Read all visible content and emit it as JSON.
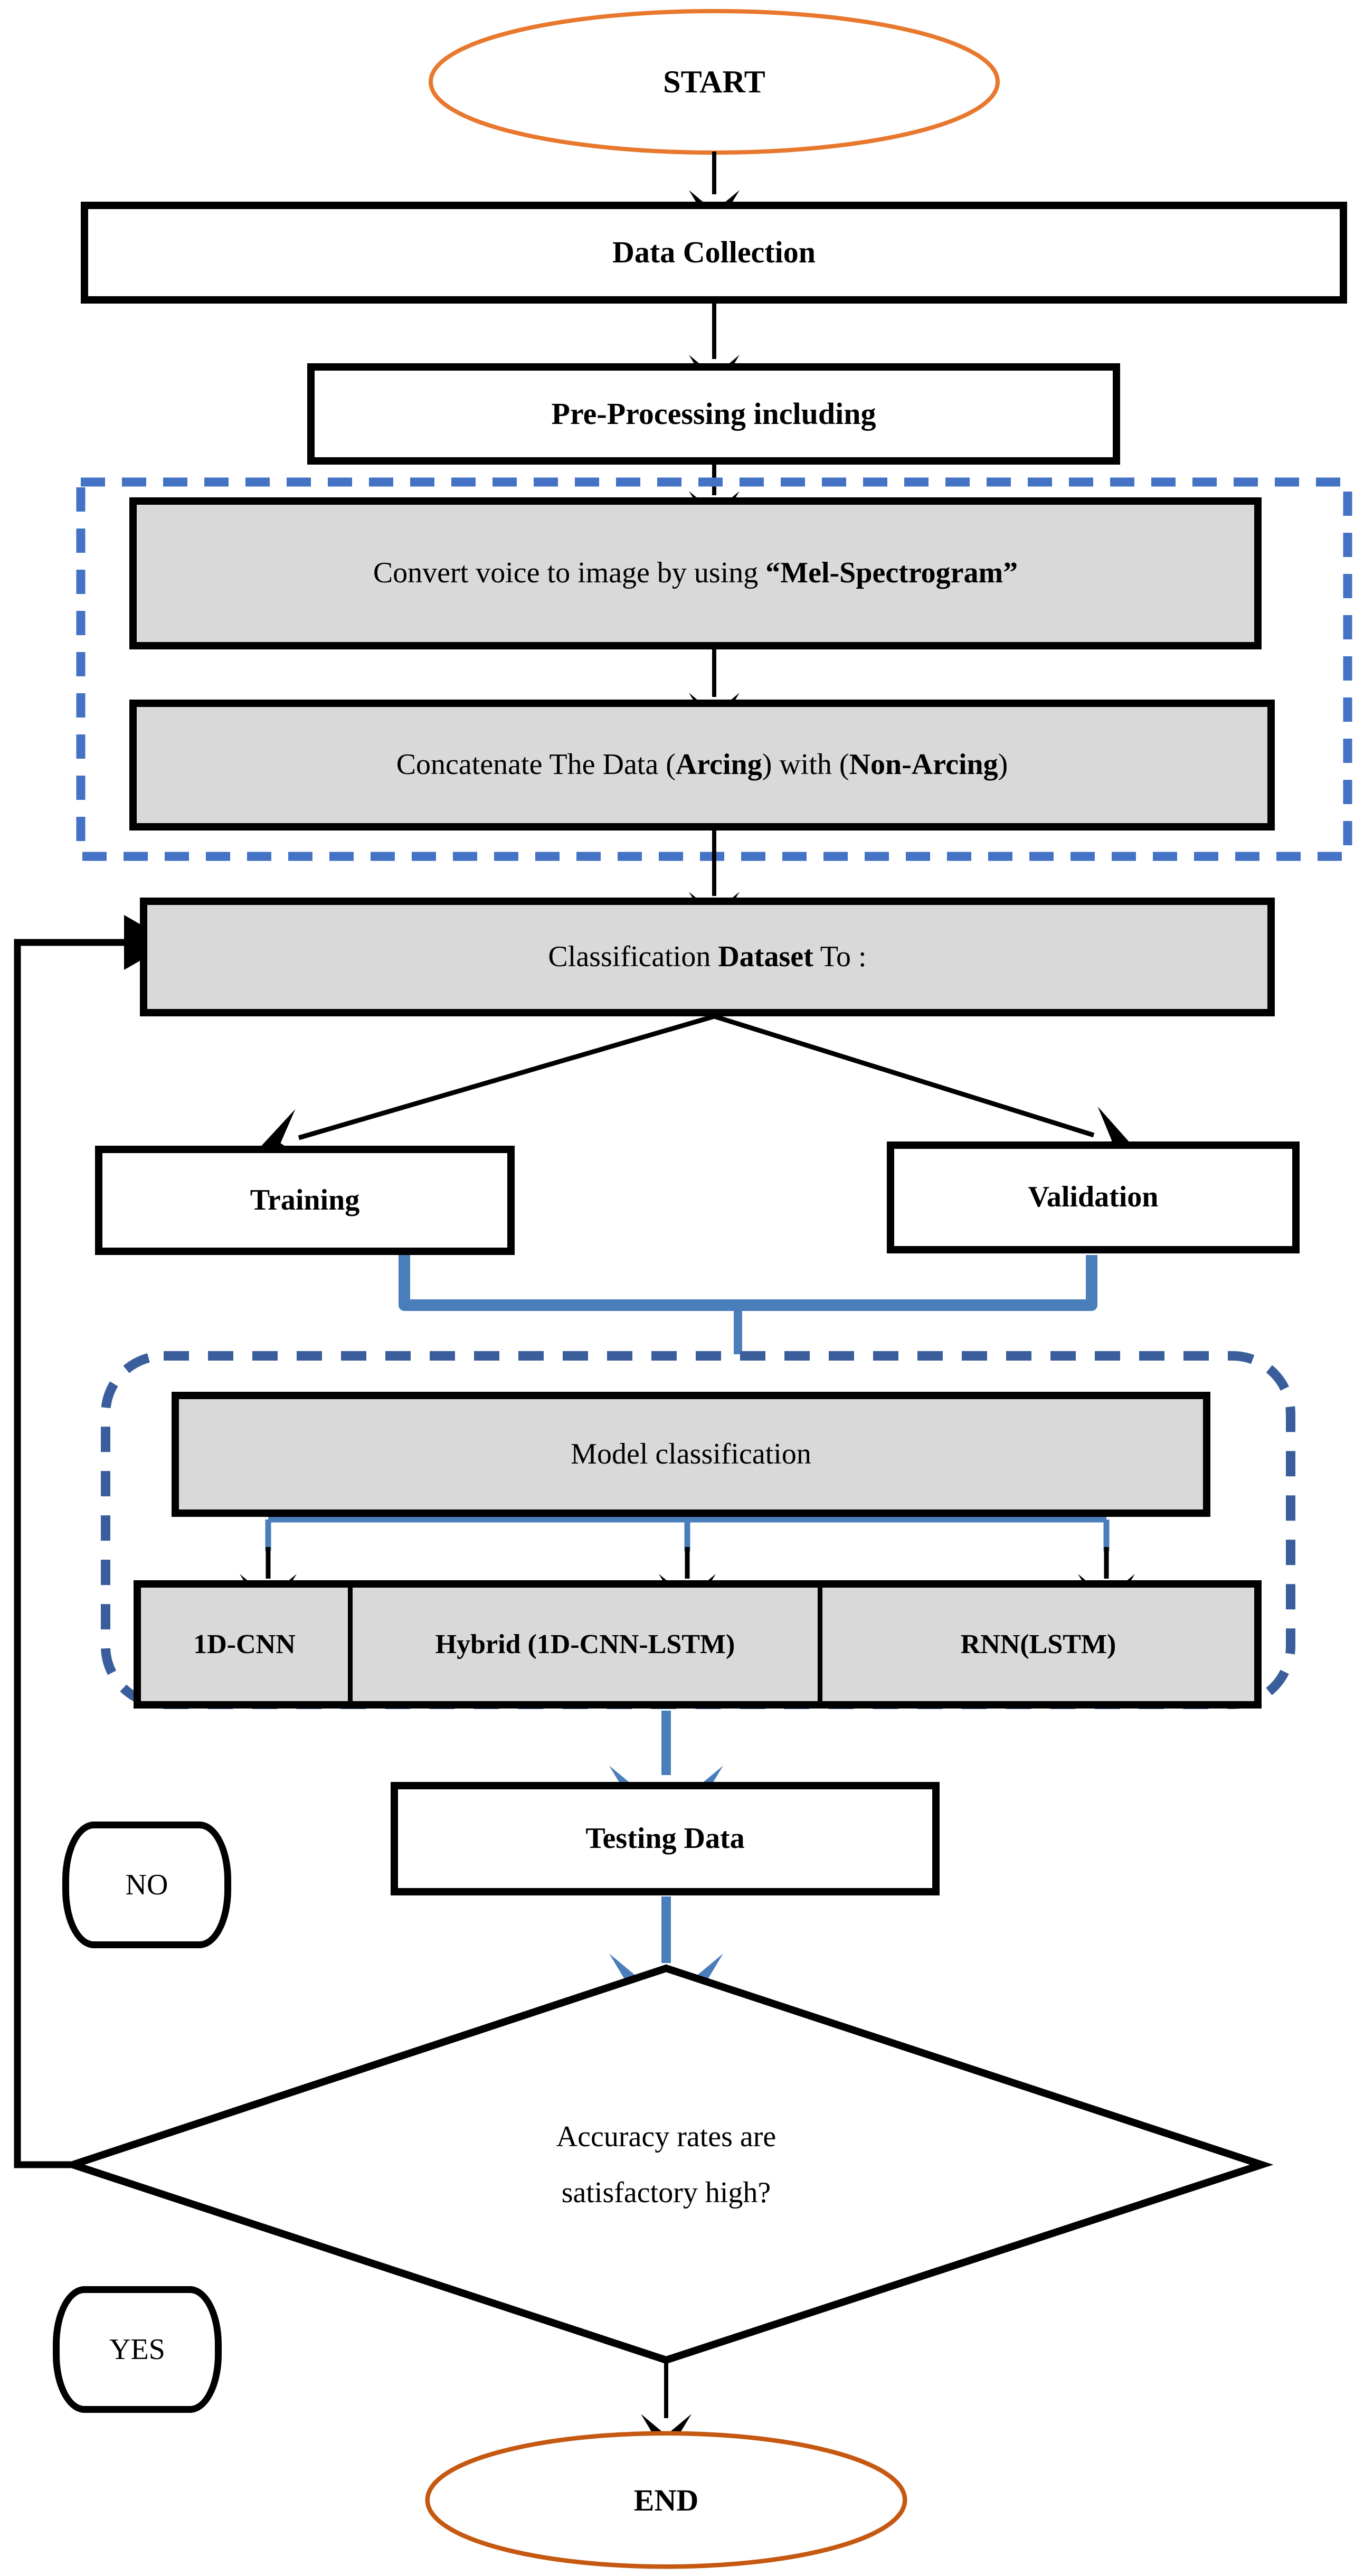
{
  "diagram": {
    "title": "Arcing voice classification methodology flowchart",
    "colors": {
      "start_border": "#E8782D",
      "end_border": "#C65911",
      "dashed_group": "#4472C4",
      "connector_blue": "#4A7EBB",
      "box_fill_gray": "#D9D9D9",
      "box_fill_white": "#FFFFFF",
      "line_black": "#000000"
    },
    "nodes": {
      "start": {
        "label": "START",
        "shape": "terminator-ellipse"
      },
      "data_collection": {
        "label": "Data Collection",
        "shape": "process"
      },
      "pre_processing": {
        "label": "Pre-Processing including",
        "shape": "process"
      },
      "mel_spectrogram": {
        "prefix": "Convert voice to image by using ",
        "emphasis": "“Mel-Spectrogram”",
        "suffix": "",
        "shape": "process-gray"
      },
      "concatenate": {
        "part1": "Concatenate The Data (",
        "em1": "Arcing",
        "part2": ") with (",
        "em2": "Non-Arcing",
        "part3": ")",
        "shape": "process-gray"
      },
      "classification_dataset": {
        "part1": "Classification ",
        "em1": "Dataset",
        "part2": " To :",
        "shape": "process-gray"
      },
      "training": {
        "label": "Training",
        "shape": "process"
      },
      "validation": {
        "label": "Validation",
        "shape": "process"
      },
      "model_classification": {
        "label": "Model classification",
        "shape": "process-gray"
      },
      "models": [
        {
          "label": "1D-CNN"
        },
        {
          "label": "Hybrid (1D-CNN-LSTM)"
        },
        {
          "label": "RNN(LSTM)"
        }
      ],
      "testing_data": {
        "label": "Testing Data",
        "shape": "process"
      },
      "decision": {
        "line1": "Accuracy rates are",
        "line2": "satisfactory high?",
        "shape": "decision-diamond"
      },
      "branch_no": {
        "label": "NO",
        "shape": "rounded-pill"
      },
      "branch_yes": {
        "label": "YES",
        "shape": "rounded-pill"
      },
      "end": {
        "label": "END",
        "shape": "terminator-ellipse"
      }
    },
    "groups": {
      "preprocessing_group": {
        "style": "dashed",
        "color": "#4472C4"
      },
      "model_group": {
        "style": "dashed-rounded",
        "color": "#4472C4"
      }
    }
  }
}
